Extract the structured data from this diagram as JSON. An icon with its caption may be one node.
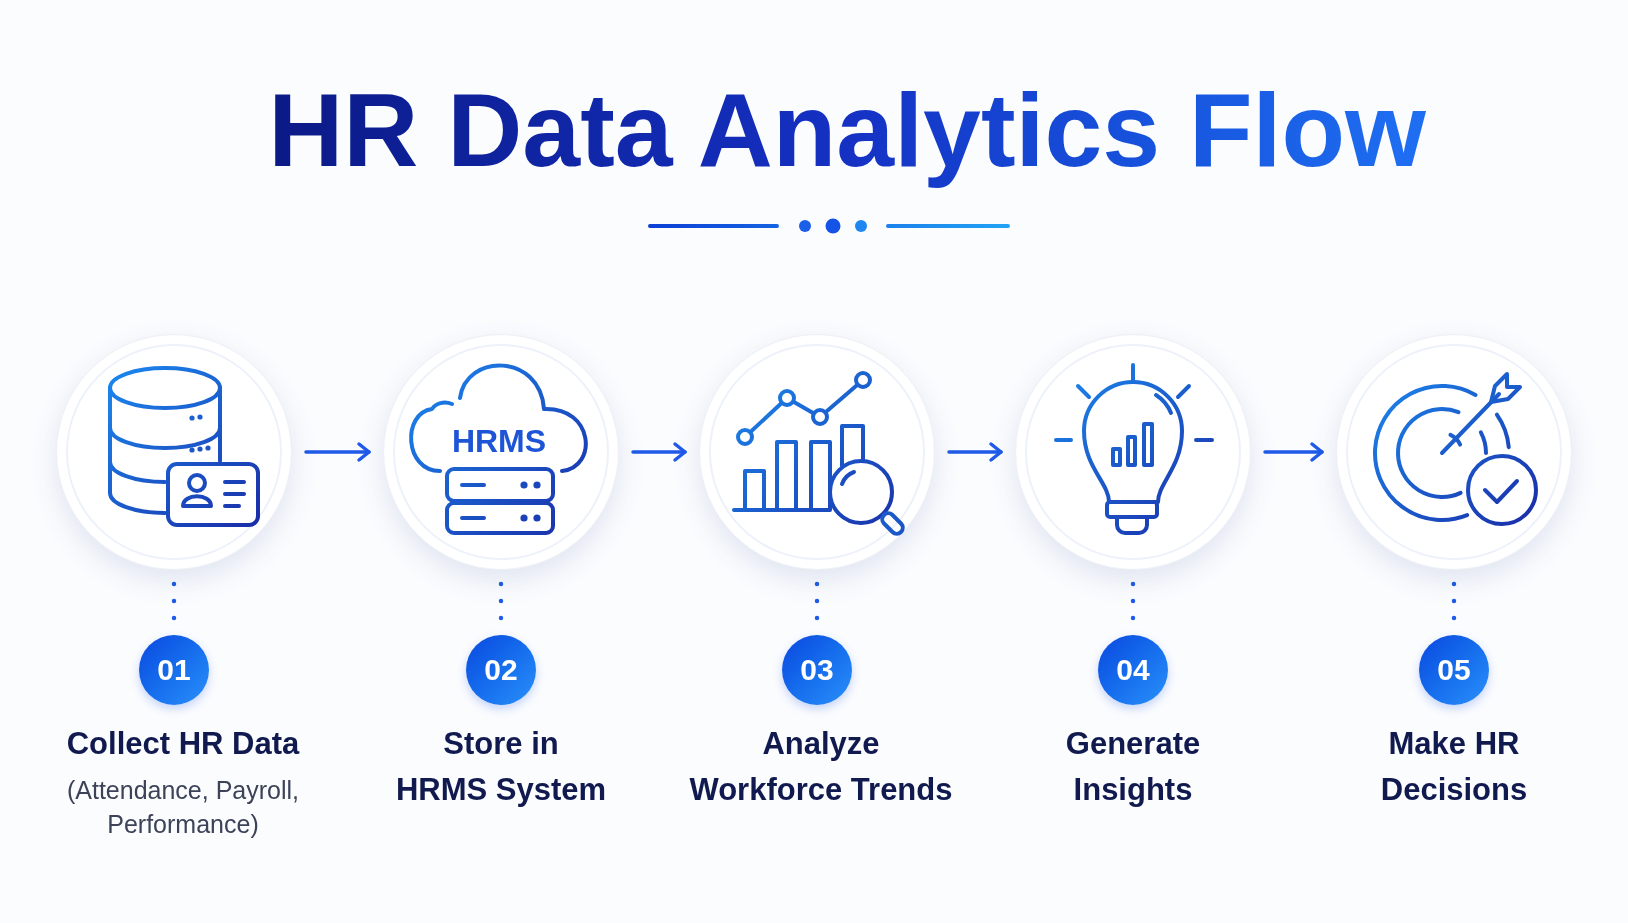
{
  "diagram": {
    "title": "HR Data Analytics Flow",
    "nodes": [
      {
        "text": [],
        "shape": "circle"
      },
      {
        "text": [
          "HRMS"
        ]
      },
      {
        "text": [],
        "shape": "circle"
      },
      {
        "text": [],
        "shape": "circle"
      },
      {
        "text": [],
        "shape": "circle"
      },
      {
        "text": [
          "01"
        ],
        "beside": [
          "Collect HR Data",
          "(Attendance, Payroll, Performance)"
        ]
      },
      {
        "text": [
          "02"
        ],
        "beside": [
          "Store in HRMS System"
        ]
      },
      {
        "text": [
          "03"
        ],
        "beside": [
          "Analyze Workforce Trends"
        ]
      },
      {
        "text": [
          "04"
        ],
        "beside": [
          "Generate Insights"
        ]
      },
      {
        "text": [
          "05"
        ],
        "beside": [
          "Make HR Decisions"
        ]
      }
    ],
    "edges": [
      {
        "from": 0,
        "to": 1,
        "arrow": "to"
      },
      {
        "from": 1,
        "to": 2,
        "arrow": "to"
      },
      {
        "from": 2,
        "to": 3,
        "arrow": "to"
      },
      {
        "from": 3,
        "to": 4,
        "arrow": "to"
      },
      {
        "from": 0,
        "to": 5,
        "arrow": "none",
        "style": "dashed"
      },
      {
        "from": 1,
        "to": 6,
        "arrow": "none",
        "style": "dashed"
      },
      {
        "from": 2,
        "to": 7,
        "arrow": "none",
        "style": "dashed"
      },
      {
        "from": 3,
        "to": 8,
        "arrow": "none",
        "style": "dashed"
      },
      {
        "from": 4,
        "to": 9,
        "arrow": "none",
        "style": "dashed"
      }
    ]
  }
}
